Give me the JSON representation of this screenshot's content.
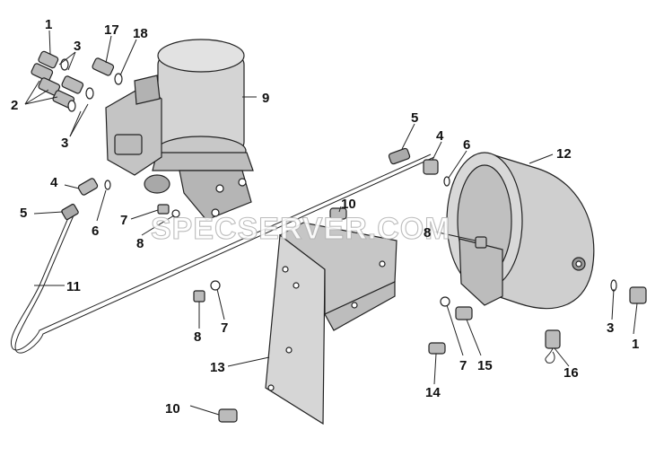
{
  "watermark": "SPECSERVER.COM",
  "colors": {
    "part_fill": "#c8c8c8",
    "part_dark": "#9a9a9a",
    "line": "#222222",
    "watermark_stroke": "#b5b5b5"
  },
  "callouts": {
    "c1a": "1",
    "c17": "17",
    "c18": "18",
    "c3a": "3",
    "c2": "2",
    "c3b": "3",
    "c9": "9",
    "c5a": "5",
    "c4a": "4",
    "c6a": "6",
    "c12": "12",
    "c4b": "4",
    "c5b": "5",
    "c6b": "6",
    "c10a": "10",
    "c7a": "7",
    "c8a": "8",
    "c8b": "8",
    "c11": "11",
    "c8c": "8",
    "c7b": "7",
    "c3c": "3",
    "c1b": "1",
    "c13": "13",
    "c7c": "7",
    "c15": "15",
    "c16": "16",
    "c14": "14",
    "c10b": "10"
  }
}
